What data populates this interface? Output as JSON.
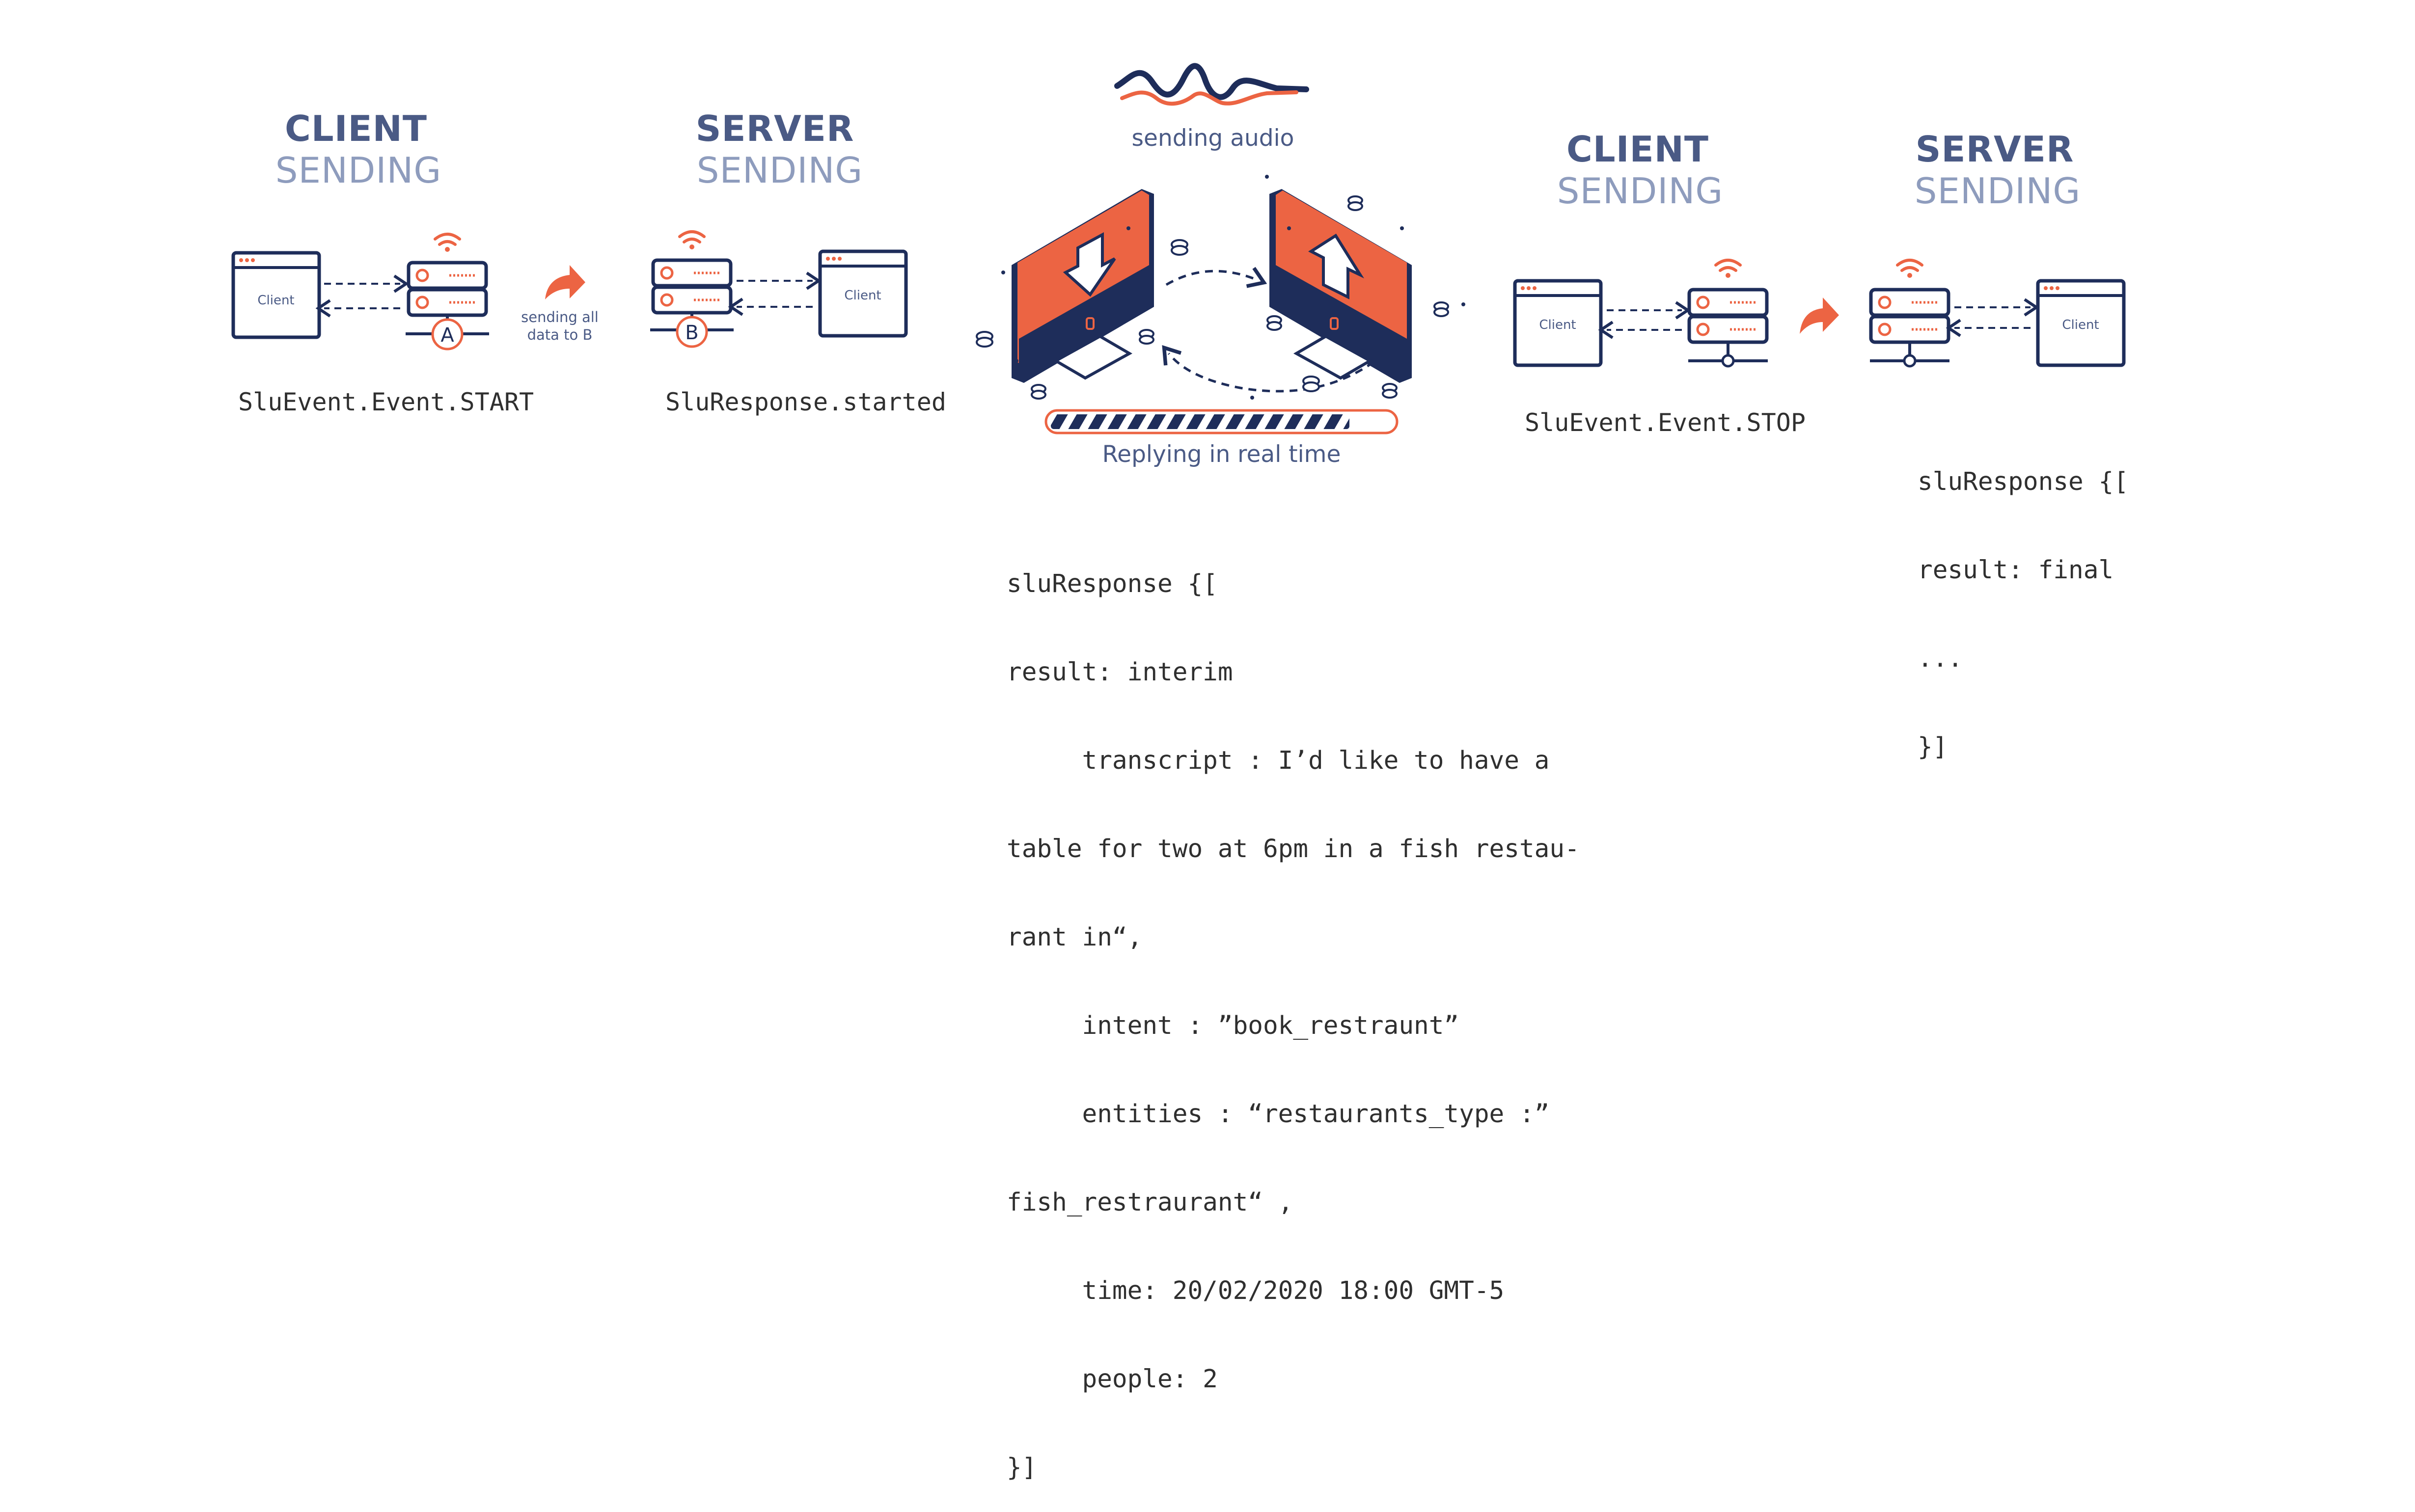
{
  "colors": {
    "navy": "#1e2d5a",
    "accent": "#ec6443",
    "title": "#4a5a85",
    "subtitle": "#8e9cbd",
    "code": "#2f2f2f"
  },
  "step1": {
    "title_top": "CLIENT",
    "title_bottom": "SENDING",
    "client_label": "Client",
    "server_marker": "A",
    "event": "SluEvent.Event.START"
  },
  "transfer_note": "sending all data to B",
  "step2": {
    "title_top": "SERVER",
    "title_bottom": "SENDING",
    "client_label": "Client",
    "server_marker": "B",
    "event": "SluResponse.started"
  },
  "center": {
    "audio_label": "sending audio",
    "progress_label": "Replying in real time",
    "code_lines": [
      "sluResponse {[",
      "result: interim",
      "     transcript : I’d like to have a",
      "table for two at 6pm in a fish restau-",
      "rant in“,",
      "     intent : ”book_restraunt”",
      "     entities : “restaurants_type :”",
      "fish_restraurant“ ,",
      "     time: 20/02/2020 18:00 GMT-5",
      "     people: 2",
      "}]"
    ]
  },
  "step3": {
    "title_top": "CLIENT",
    "title_bottom": "SENDING",
    "client_label": "Client",
    "event": "SluEvent.Event.STOP"
  },
  "step4": {
    "title_top": "SERVER",
    "title_bottom": "SENDING",
    "client_label": "Client",
    "code_lines": [
      "sluResponse {[",
      "result: final",
      "...",
      "}]"
    ]
  }
}
